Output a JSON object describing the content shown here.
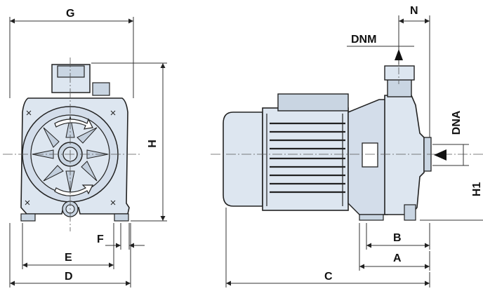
{
  "labels": {
    "G": "G",
    "H": "H",
    "F": "F",
    "E": "E",
    "D": "D",
    "N": "N",
    "DNM": "DNM",
    "DNA": "DNA",
    "H1": "H1",
    "B": "B",
    "A": "A",
    "C": "C"
  },
  "colors": {
    "body_fill": "#dde6f0",
    "body_fill_dark": "#c9d5e2",
    "line": "#222222",
    "dim": "#333333",
    "centerline": "#555555"
  }
}
